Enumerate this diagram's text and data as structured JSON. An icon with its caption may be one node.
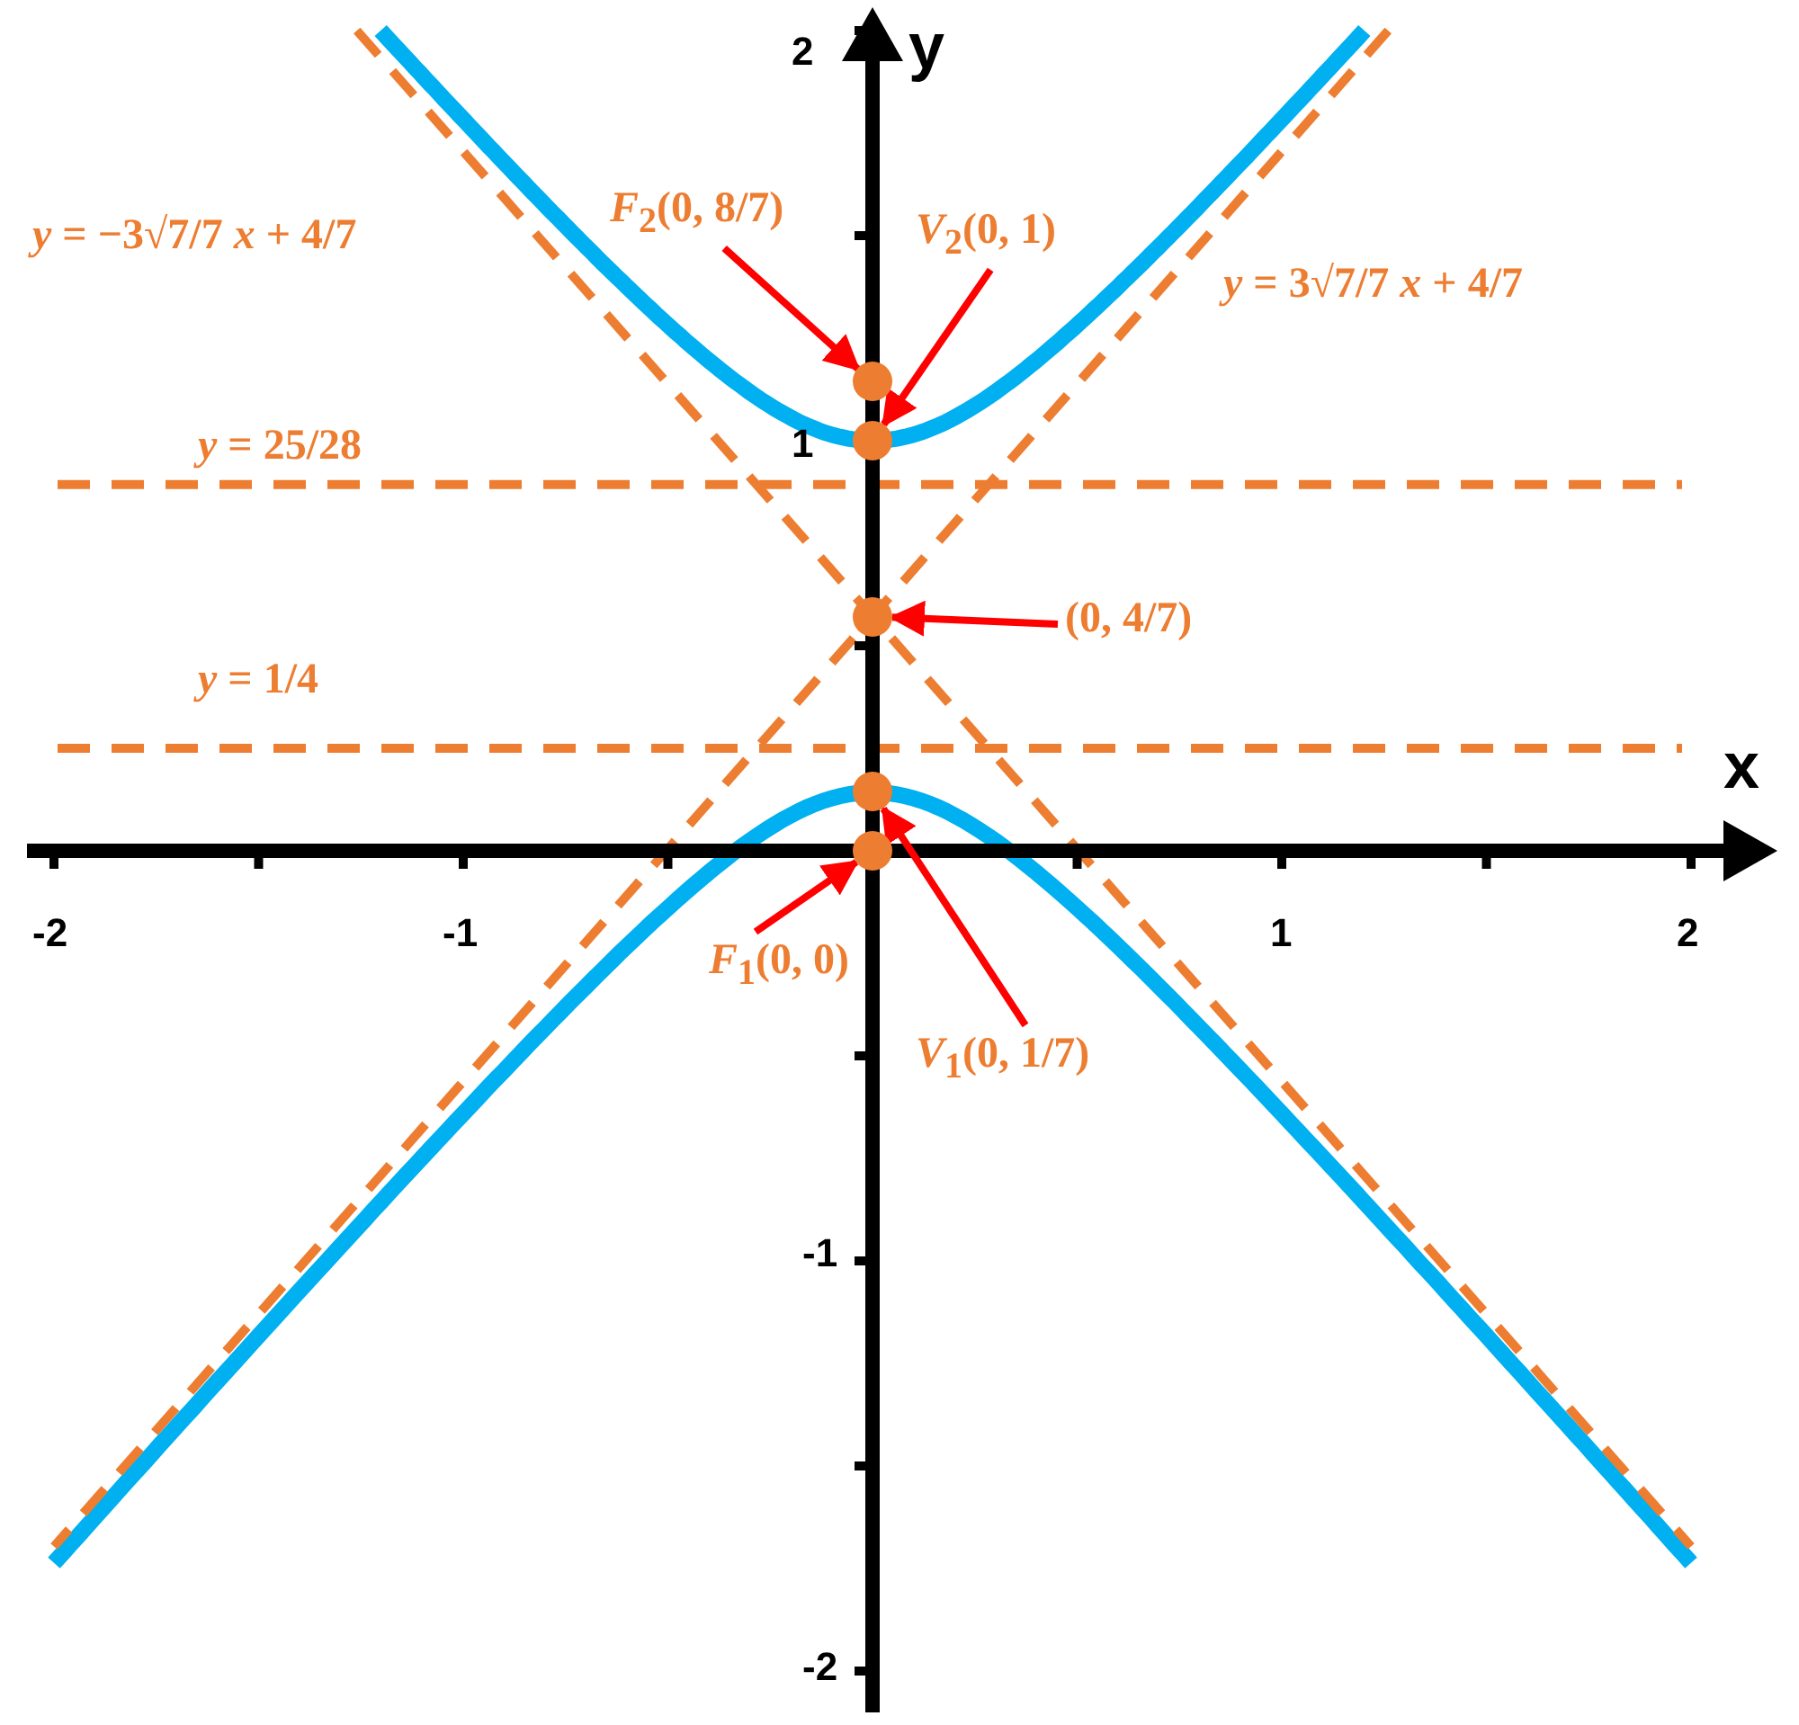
{
  "diagram": {
    "nodes": [
      {
        "text": [
          "*F*$_{2}$(0, 8/7)"
        ]
      },
      {
        "text": [],
        "shape": "circle"
      },
      {
        "text": [
          "*V*$_{2}$(0, 1)"
        ]
      },
      {
        "text": [],
        "shape": "circle"
      },
      {
        "text": [
          "(0, 4/7)"
        ]
      },
      {
        "text": [],
        "shape": "circle"
      },
      {
        "text": [
          "*V*$_{1}$(0, 1/7)"
        ]
      },
      {
        "text": [],
        "shape": "circle"
      },
      {
        "text": [
          "*F*$_{1}$(0, 0)"
        ]
      },
      {
        "text": [],
        "shape": "circle"
      }
    ],
    "edges": [
      {
        "from": 0,
        "to": 1,
        "arrow": "to"
      },
      {
        "from": 2,
        "to": 3,
        "arrow": "to"
      },
      {
        "from": 4,
        "to": 5,
        "arrow": "to"
      },
      {
        "from": 6,
        "to": 7,
        "arrow": "to"
      },
      {
        "from": 8,
        "to": 9,
        "arrow": "to"
      }
    ],
    "labels": [
      "2",
      "y",
      "*y* = −3√7/7 *x* + 4/7",
      "*y* = 3√7/7 *x* + 4/7",
      "*y* = 25/28",
      "1",
      "*y* = 1/4",
      "x",
      "-2",
      "-1",
      "1",
      "2",
      "-1",
      "-2"
    ]
  }
}
